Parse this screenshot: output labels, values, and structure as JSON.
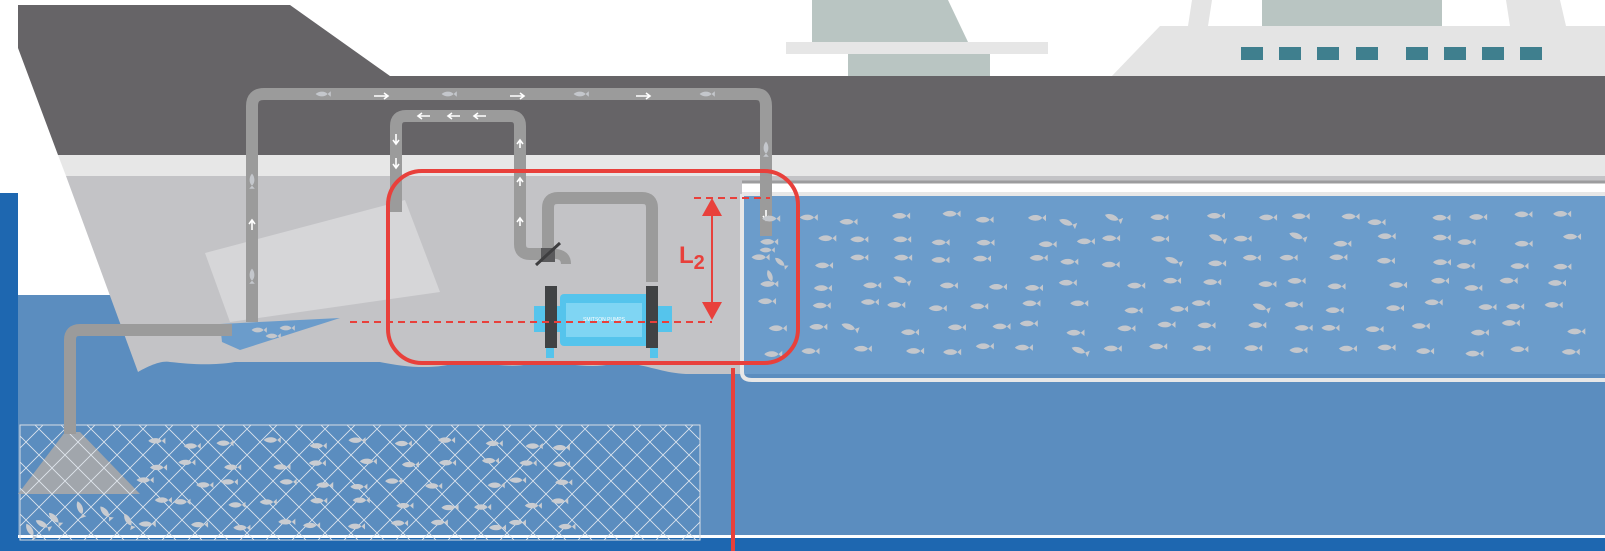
{
  "diagram": {
    "height_label_main": "L",
    "height_label_sub": "2",
    "pump_brand": "SMITSON PUMPS"
  },
  "colors": {
    "sea": "#5b8dbf",
    "hold_water": "#6b9ccb",
    "hull_dark": "#666467",
    "hull_light": "#c3c3c6",
    "pipe": "#9b9b9b",
    "pump_body": "#55c4ec",
    "highlight": "#e8403b",
    "fish": "#c4c7cc",
    "frame_blue": "#1e67b0"
  },
  "icons": [
    "fish-icon",
    "flow-arrow-icon",
    "valve-icon",
    "pump-icon",
    "net-icon"
  ]
}
